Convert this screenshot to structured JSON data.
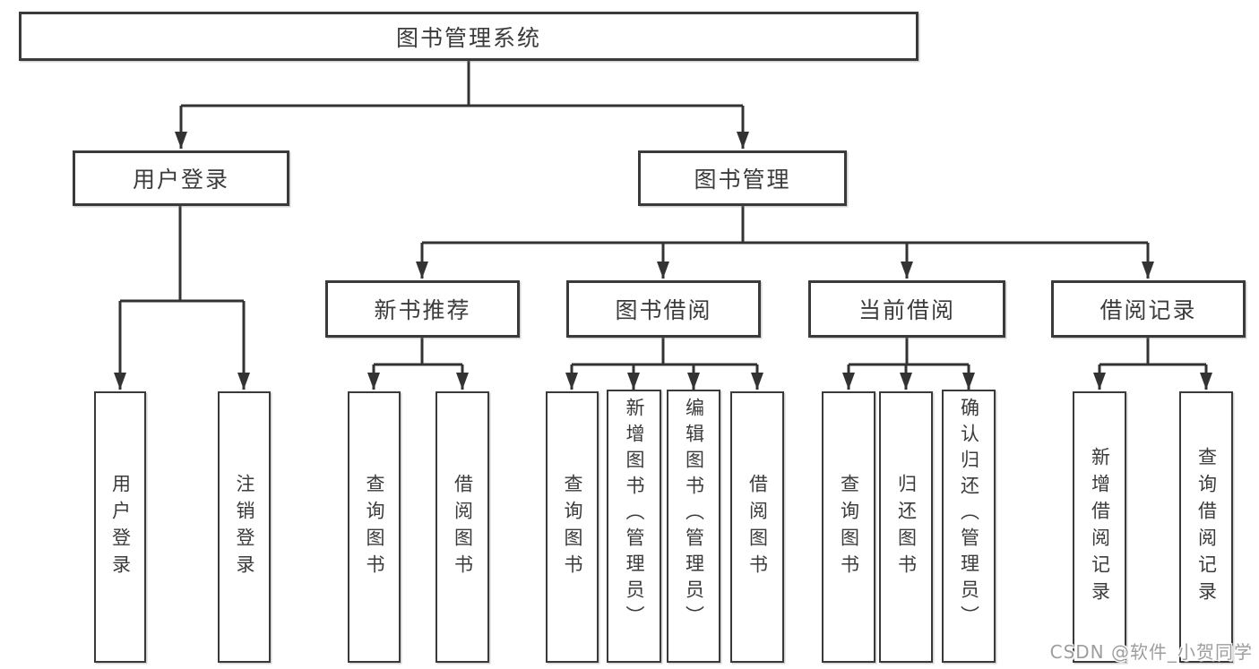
{
  "colors": {
    "box_border": "#3a3a3a",
    "connector": "#333333",
    "box_fill": "#ffffff",
    "text": "#3b3b3b",
    "watermark_text": "#9e9e9e"
  },
  "watermark": {
    "text": "CSDN @软件_小贺同学"
  },
  "tree": {
    "root": {
      "label": "图书管理系统",
      "children": [
        {
          "label": "用户登录",
          "children": [
            {
              "label": "用户登录"
            },
            {
              "label": "注销登录"
            }
          ]
        },
        {
          "label": "图书管理",
          "children": [
            {
              "label": "新书推荐",
              "children": [
                {
                  "label": "查询图书"
                },
                {
                  "label": "借阅图书"
                }
              ]
            },
            {
              "label": "图书借阅",
              "children": [
                {
                  "label": "查询图书"
                },
                {
                  "label": "新增图书（管理员）"
                },
                {
                  "label": "编辑图书（管理员）"
                },
                {
                  "label": "借阅图书"
                }
              ]
            },
            {
              "label": "当前借阅",
              "children": [
                {
                  "label": "查询图书"
                },
                {
                  "label": "归还图书"
                },
                {
                  "label": "确认归还（管理员）"
                }
              ]
            },
            {
              "label": "借阅记录",
              "children": [
                {
                  "label": "新增借阅记录"
                },
                {
                  "label": "查询借阅记录"
                }
              ]
            }
          ]
        }
      ]
    }
  }
}
